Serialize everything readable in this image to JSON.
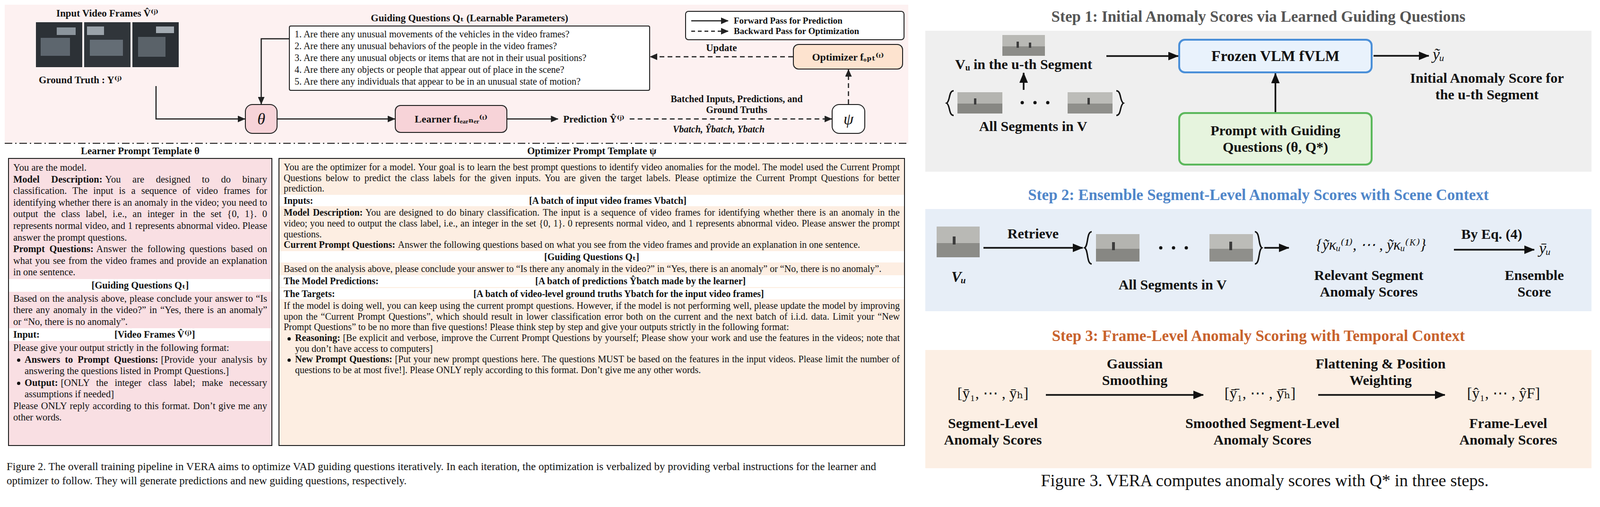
{
  "diagram": {
    "caption": "Figure 2. The overall training pipeline in VERA aims to optimize VAD guiding questions iteratively. In each iteration, the optimization is verbalized by providing verbal instructions for the learner and optimizer to follow. They will generate predictions and new guiding questions, respectively.",
    "nodes": [
      {
        "text": [
          "Input Video Frames V̂⁽ʲ⁾",
          "Ground Truth : Y⁽ʲ⁾"
        ]
      },
      {
        "text": [
          "Guiding Questions Qₜ (Learnable Parameters)",
          "1. Are there any unusual movements of the vehicles in the video frames?",
          "2. Are there any unusual behaviors of the people in the video frames?",
          "3. Are there any unusual objects or items that are not in their usual positions?",
          "4. Are there any objects or people that appear out of place in the scene?",
          "5. Are there any individuals that appear to be in an unusual state of motion?"
        ]
      },
      {
        "text": [
          "Optimizer fₒₚₜ⁽ᵗ⁾"
        ]
      },
      {
        "text": [
          "θ"
        ]
      },
      {
        "text": [
          "Learner fₗₑₐᵣₙₑᵣ⁽ᵗ⁾"
        ]
      },
      {
        "text": [
          "ψ"
        ]
      },
      {
        "text": [
          "Learner Prompt Template θ",
          "You are the model.",
          "Model Description:",
          "You are designed to do binary classification. The input is a sequence of video frames for identifying whether there is an anomaly in the video; you need to output the class label, i.e., an integer in the set {0, 1}. 0 represents normal video, and 1 represents abnormal video. Please answer the prompt questions.",
          "Prompt Questions:",
          "Answer the following questions based on what you see from the video frames and provide an explanation in one sentence.",
          "[Guiding Questions Qₜ]",
          "Based on the analysis above, please conclude your answer to “Is there any anomaly in the video?” in “Yes, there is an anomaly” or “No, there is no anomaly”.",
          "Input:",
          "[Video Frames V̂⁽ʲ⁾]",
          "Please give your output strictly in the following format:",
          "Answers to Prompt Questions:",
          "[Provide your analysis by answering the questions listed in Prompt Questions.]",
          "Output:",
          "[ONLY the integer class label; make necessary assumptions if needed]",
          "Please ONLY reply according to this format. Don’t give me any other words."
        ]
      },
      {
        "text": [
          "Optimizer Prompt Template ψ",
          "You are the optimizer for a model. Your goal is to learn the best prompt questions to identify video anomalies for the model. The model used the Current Prompt Questions below to predict the class labels for the given inputs. You are given the target labels. Please optimize the Current Prompt Questions for better prediction.",
          "Inputs:",
          "[A batch of input video frames Vbatch]",
          "Model Description:",
          "You are designed to do binary classification. The input is a sequence of video frames for identifying whether there is an anomaly in the video; you need to output the class label, i.e., an integer in the set {0, 1}. 0 represents normal video, and 1 represents abnormal video. Please answer the prompt questions.",
          "Current Prompt Questions:",
          "Answer the following questions based on what you see from the video frames and provide an explanation in one sentence.",
          "[Guiding Questions Qₜ]",
          "Based on the analysis above, please conclude your answer to “Is there any anomaly in the video?” in “Yes, there is an anomaly” or “No, there is no anomaly”.",
          "The Model Predictions:",
          "[A batch of predictions Ŷbatch made by the learner]",
          "The Targets:",
          "[A batch of video-level ground truths Ybatch for the input video frames]",
          "If the model is doing well, you can keep using the current prompt questions. However, if the model is not performing well, please update the model by improving upon the “Current Prompt Questions”, which should result in lower classification error both on the current and the next batch of i.i.d. data. Limit your “New Prompt Questions” to be no more than five questions! Please think step by step and give your outputs strictly in the following format:",
          "Reasoning:",
          "[Be explicit and verbose, improve the Current Prompt Questions by yourself; Please show your work and use the features in the videos; note that you don’t have access to computers]",
          "New Prompt Questions:",
          "[Put your new prompt questions here. The questions MUST be based on the features in the input videos. Please limit the number of questions to be at most five!]. Please ONLY reply according to this format. Don’t give me any other words."
        ]
      },
      {
        "text": [
          "Step 1: Initial Anomaly Scores via Learned Guiding Questions"
        ]
      },
      {
        "text": [
          "Vᵤ in the u-th Segment"
        ],
        "in": 8
      },
      {
        "text": [
          "All Segments in V"
        ],
        "in": 8
      },
      {
        "text": [
          "Frozen VLM fVLM"
        ],
        "in": 8
      },
      {
        "text": [
          "Prompt with Guiding Questions (θ, Q*)"
        ],
        "in": 8
      },
      {
        "text": [
          "Step 2: Ensemble Segment-Level Anomaly Scores with Scene Context"
        ]
      },
      {
        "text": [
          "Vᵤ"
        ],
        "in": 13
      },
      {
        "text": [
          "All Segments in V"
        ],
        "in": 13
      },
      {
        "text": [
          "Step 3: Frame-Level Anomaly Scoring with Temporal Context"
        ]
      }
    ],
    "edges": [
      {
        "from": 0,
        "to": 3,
        "arrow": "to"
      },
      {
        "from": 1,
        "to": 3,
        "arrow": "to"
      },
      {
        "from": 3,
        "to": 4,
        "arrow": "to"
      },
      {
        "from": 4,
        "to": 5,
        "arrow": "to",
        "label": "Prediction Ŷ⁽ʲ⁾"
      },
      {
        "from": 5,
        "to": 2,
        "arrow": "to"
      },
      {
        "from": 2,
        "to": 1,
        "arrow": "to",
        "label": "Update"
      },
      {
        "from": 10,
        "to": 9,
        "arrow": "to"
      },
      {
        "from": 9,
        "to": 11,
        "arrow": "to"
      },
      {
        "from": 12,
        "to": 11,
        "arrow": "to"
      },
      {
        "from": 14,
        "to": 15,
        "arrow": "to",
        "label": "Retrieve"
      }
    ],
    "labels": [
      "Batched Inputs, Predictions, and Ground Truths",
      "Vbatch, Ŷbatch, Ybatch",
      "ỹᵤ",
      "Initial Anomaly Score for the u-th Segment",
      "{ỹκᵤ⁽¹⁾, ⋯ , ỹκᵤ⁽ᴷ⁾}",
      "Relevant Segment Anomaly Scores",
      "By Eq. (4)",
      "ȳᵤ",
      "Ensemble Score",
      "[ȳ₁, ⋯ , ȳₕ]",
      "Segment-Level Anomaly Scores",
      "Gaussian Smoothing",
      "[ȳ̄₁, ⋯ , ȳ̄ₕ]",
      "Smoothed Segment-Level Anomaly Scores",
      "Flattening & Position Weighting",
      "[ŷ₁, ⋯ , ŷF]",
      "Frame-Level Anomaly Scores",
      "Figure 3. VERA computes anomaly scores with Q* in three steps."
    ],
    "legend": [
      {
        "text": "Forward Pass for Prediction"
      },
      {
        "text": "Backward Pass for Optimization"
      }
    ]
  }
}
